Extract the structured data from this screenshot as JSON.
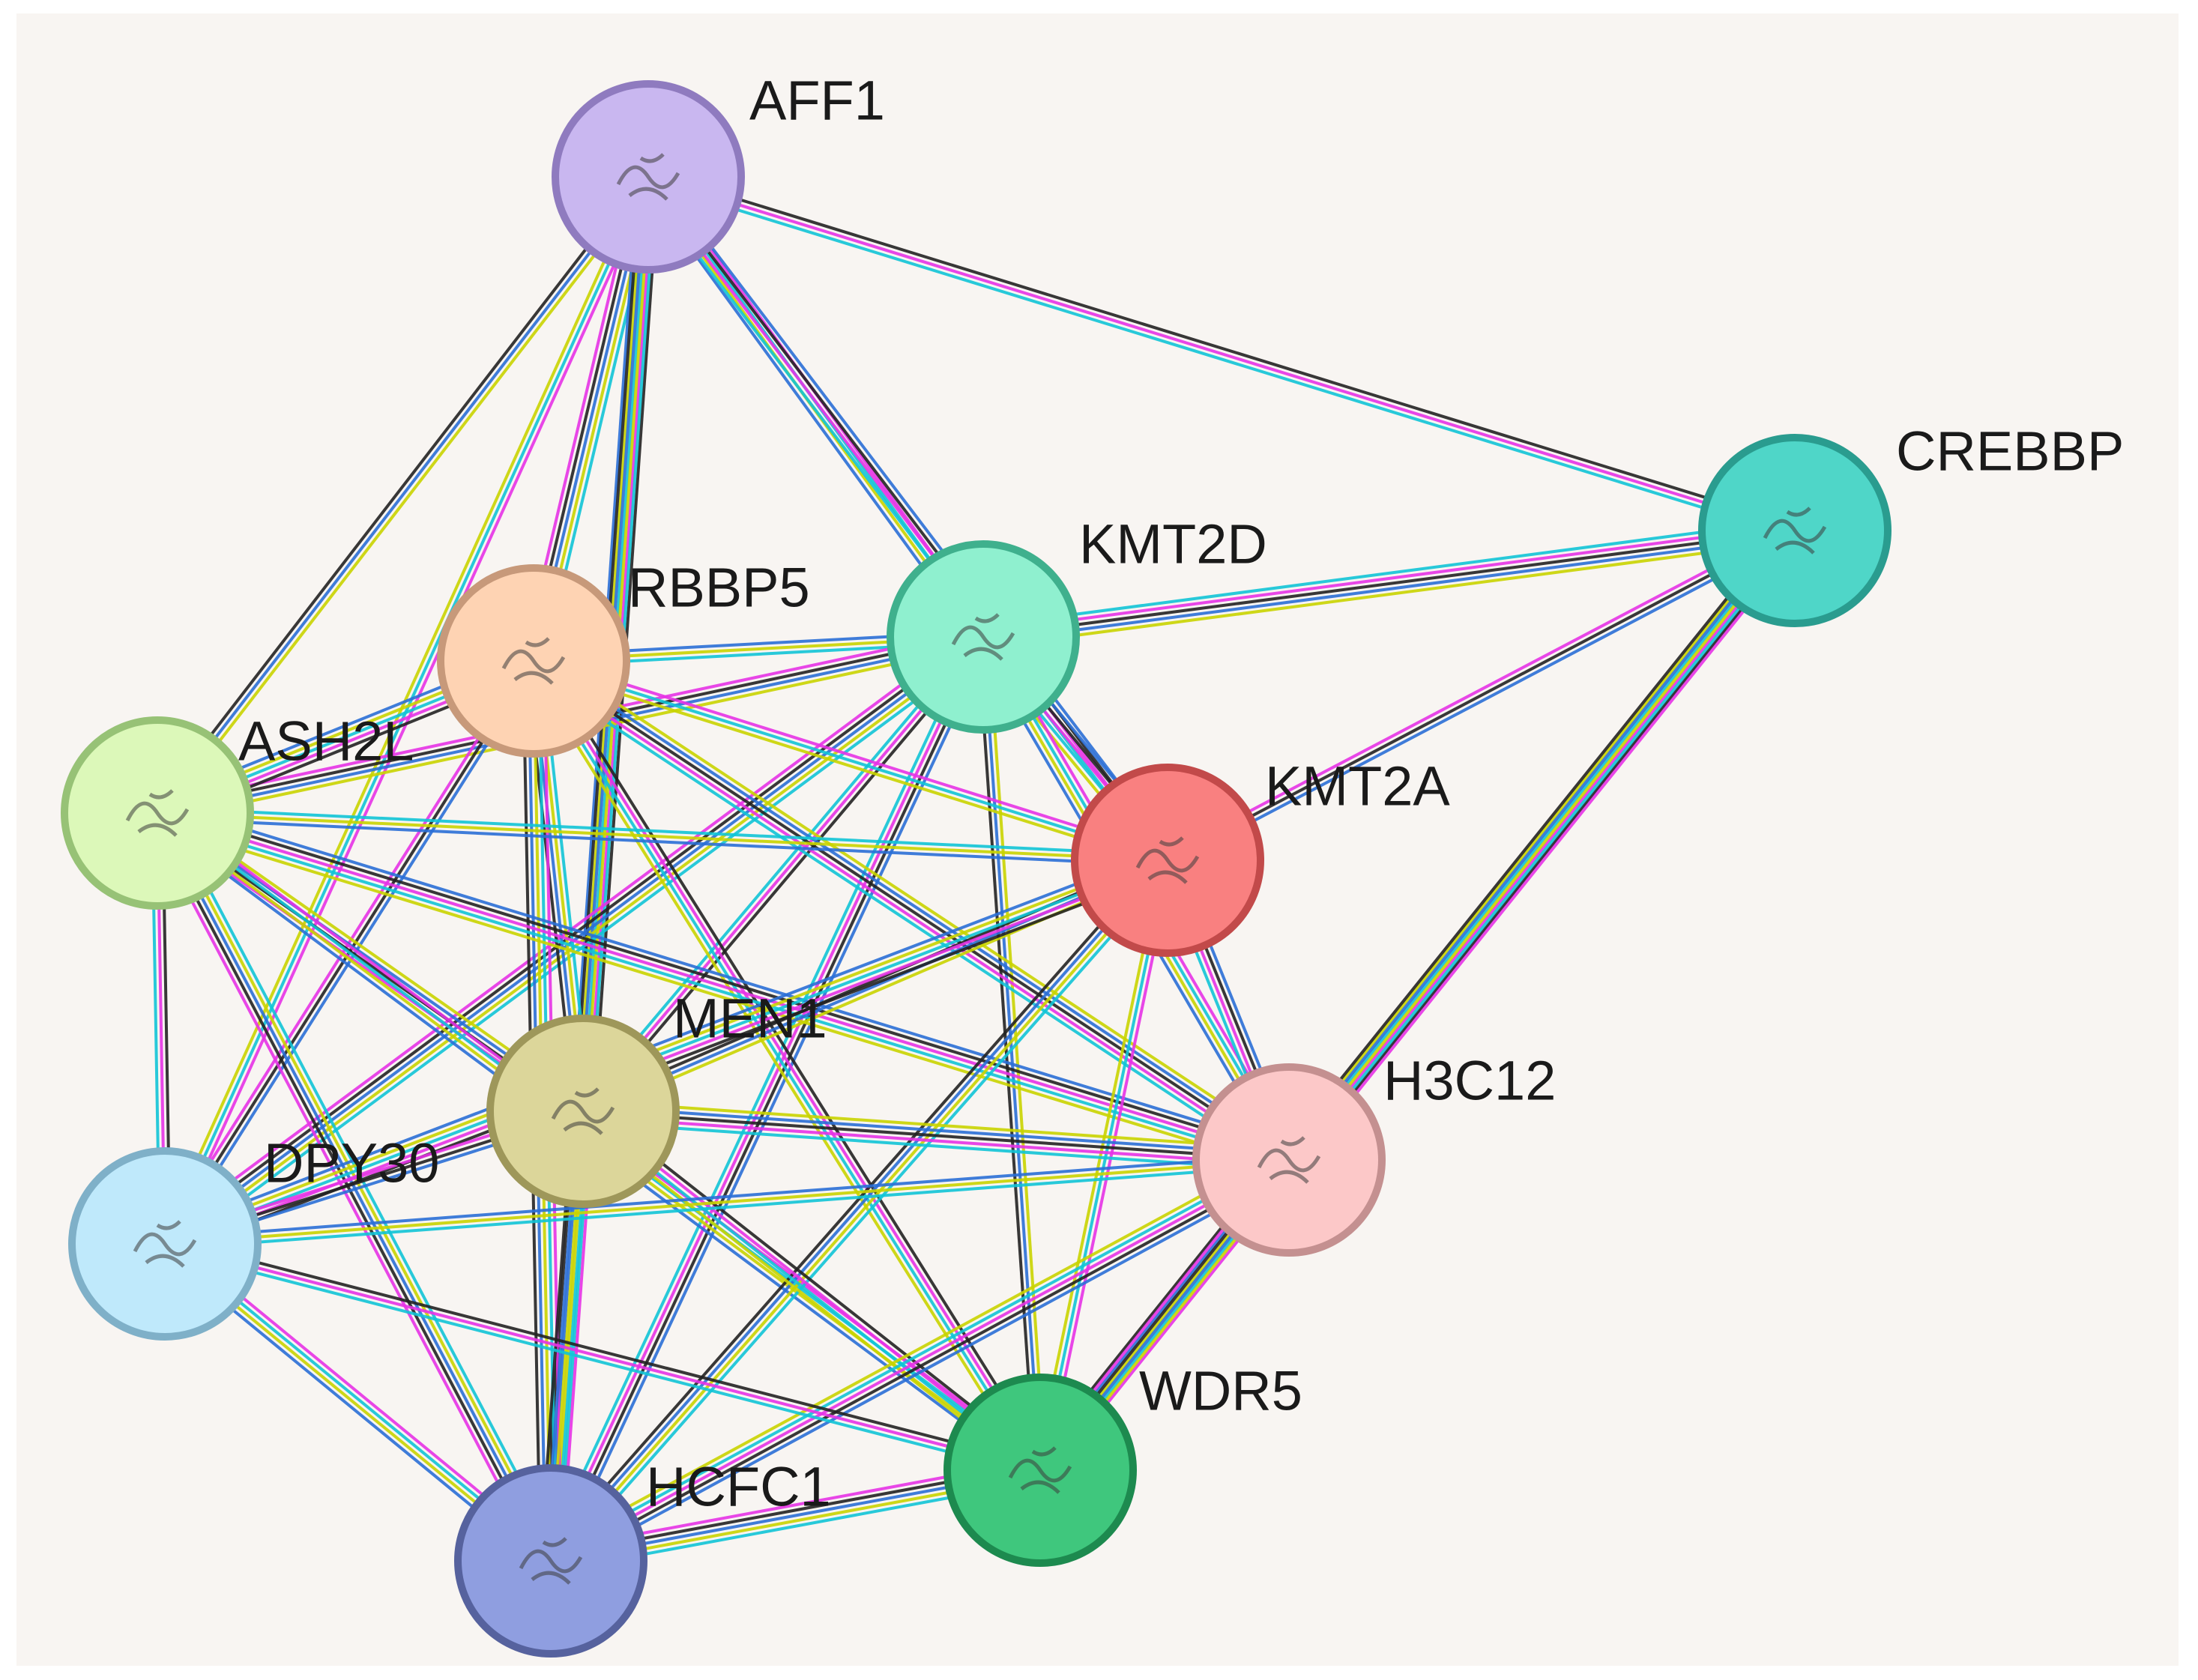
{
  "nodes": [
    {
      "id": "AFF1",
      "label": "AFF1",
      "color": "#c9b7f0",
      "border": "#8f7bbf"
    },
    {
      "id": "CREBBP",
      "label": "CREBBP",
      "color": "#4fd6c8",
      "border": "#2a9c8f"
    },
    {
      "id": "KMT2D",
      "label": "KMT2D",
      "color": "#8ff0cf",
      "border": "#3fb08d"
    },
    {
      "id": "RBBP5",
      "label": "RBBP5",
      "color": "#fed3b3",
      "border": "#c7997a"
    },
    {
      "id": "ASH2L",
      "label": "ASH2L",
      "color": "#dcf8b9",
      "border": "#97c276"
    },
    {
      "id": "KMT2A",
      "label": "KMT2A",
      "color": "#f98080",
      "border": "#c24a4a"
    },
    {
      "id": "MEN1",
      "label": "MEN1",
      "color": "#dcd69a",
      "border": "#9e975a"
    },
    {
      "id": "H3C12",
      "label": "H3C12",
      "color": "#fcc8c8",
      "border": "#c49090"
    },
    {
      "id": "DPY30",
      "label": "DPY30",
      "color": "#bfe9fb",
      "border": "#7fb0c8"
    },
    {
      "id": "WDR5",
      "label": "WDR5",
      "color": "#3fc77d",
      "border": "#1d8a4f"
    },
    {
      "id": "HCFC1",
      "label": "HCFC1",
      "color": "#8f9ee0",
      "border": "#56629e"
    }
  ],
  "edges": [
    [
      "AFF1",
      "CREBBP"
    ],
    [
      "AFF1",
      "KMT2D"
    ],
    [
      "AFF1",
      "RBBP5"
    ],
    [
      "AFF1",
      "ASH2L"
    ],
    [
      "AFF1",
      "KMT2A"
    ],
    [
      "AFF1",
      "MEN1"
    ],
    [
      "AFF1",
      "DPY30"
    ],
    [
      "AFF1",
      "HCFC1"
    ],
    [
      "CREBBP",
      "KMT2D"
    ],
    [
      "CREBBP",
      "KMT2A"
    ],
    [
      "CREBBP",
      "H3C12"
    ],
    [
      "CREBBP",
      "WDR5"
    ],
    [
      "KMT2D",
      "RBBP5"
    ],
    [
      "KMT2D",
      "ASH2L"
    ],
    [
      "KMT2D",
      "KMT2A"
    ],
    [
      "KMT2D",
      "MEN1"
    ],
    [
      "KMT2D",
      "H3C12"
    ],
    [
      "KMT2D",
      "DPY30"
    ],
    [
      "KMT2D",
      "WDR5"
    ],
    [
      "KMT2D",
      "HCFC1"
    ],
    [
      "RBBP5",
      "ASH2L"
    ],
    [
      "RBBP5",
      "KMT2A"
    ],
    [
      "RBBP5",
      "MEN1"
    ],
    [
      "RBBP5",
      "H3C12"
    ],
    [
      "RBBP5",
      "DPY30"
    ],
    [
      "RBBP5",
      "WDR5"
    ],
    [
      "RBBP5",
      "HCFC1"
    ],
    [
      "ASH2L",
      "KMT2A"
    ],
    [
      "ASH2L",
      "MEN1"
    ],
    [
      "ASH2L",
      "H3C12"
    ],
    [
      "ASH2L",
      "DPY30"
    ],
    [
      "ASH2L",
      "WDR5"
    ],
    [
      "ASH2L",
      "HCFC1"
    ],
    [
      "KMT2A",
      "MEN1"
    ],
    [
      "KMT2A",
      "H3C12"
    ],
    [
      "KMT2A",
      "DPY30"
    ],
    [
      "KMT2A",
      "WDR5"
    ],
    [
      "KMT2A",
      "HCFC1"
    ],
    [
      "MEN1",
      "H3C12"
    ],
    [
      "MEN1",
      "DPY30"
    ],
    [
      "MEN1",
      "WDR5"
    ],
    [
      "MEN1",
      "HCFC1"
    ],
    [
      "H3C12",
      "DPY30"
    ],
    [
      "H3C12",
      "WDR5"
    ],
    [
      "H3C12",
      "HCFC1"
    ],
    [
      "DPY30",
      "WDR5"
    ],
    [
      "DPY30",
      "HCFC1"
    ],
    [
      "WDR5",
      "HCFC1"
    ]
  ],
  "edge_colors": [
    "#222222",
    "#e533e5",
    "#11c4d6",
    "#c9d400",
    "#2a6fd6"
  ]
}
